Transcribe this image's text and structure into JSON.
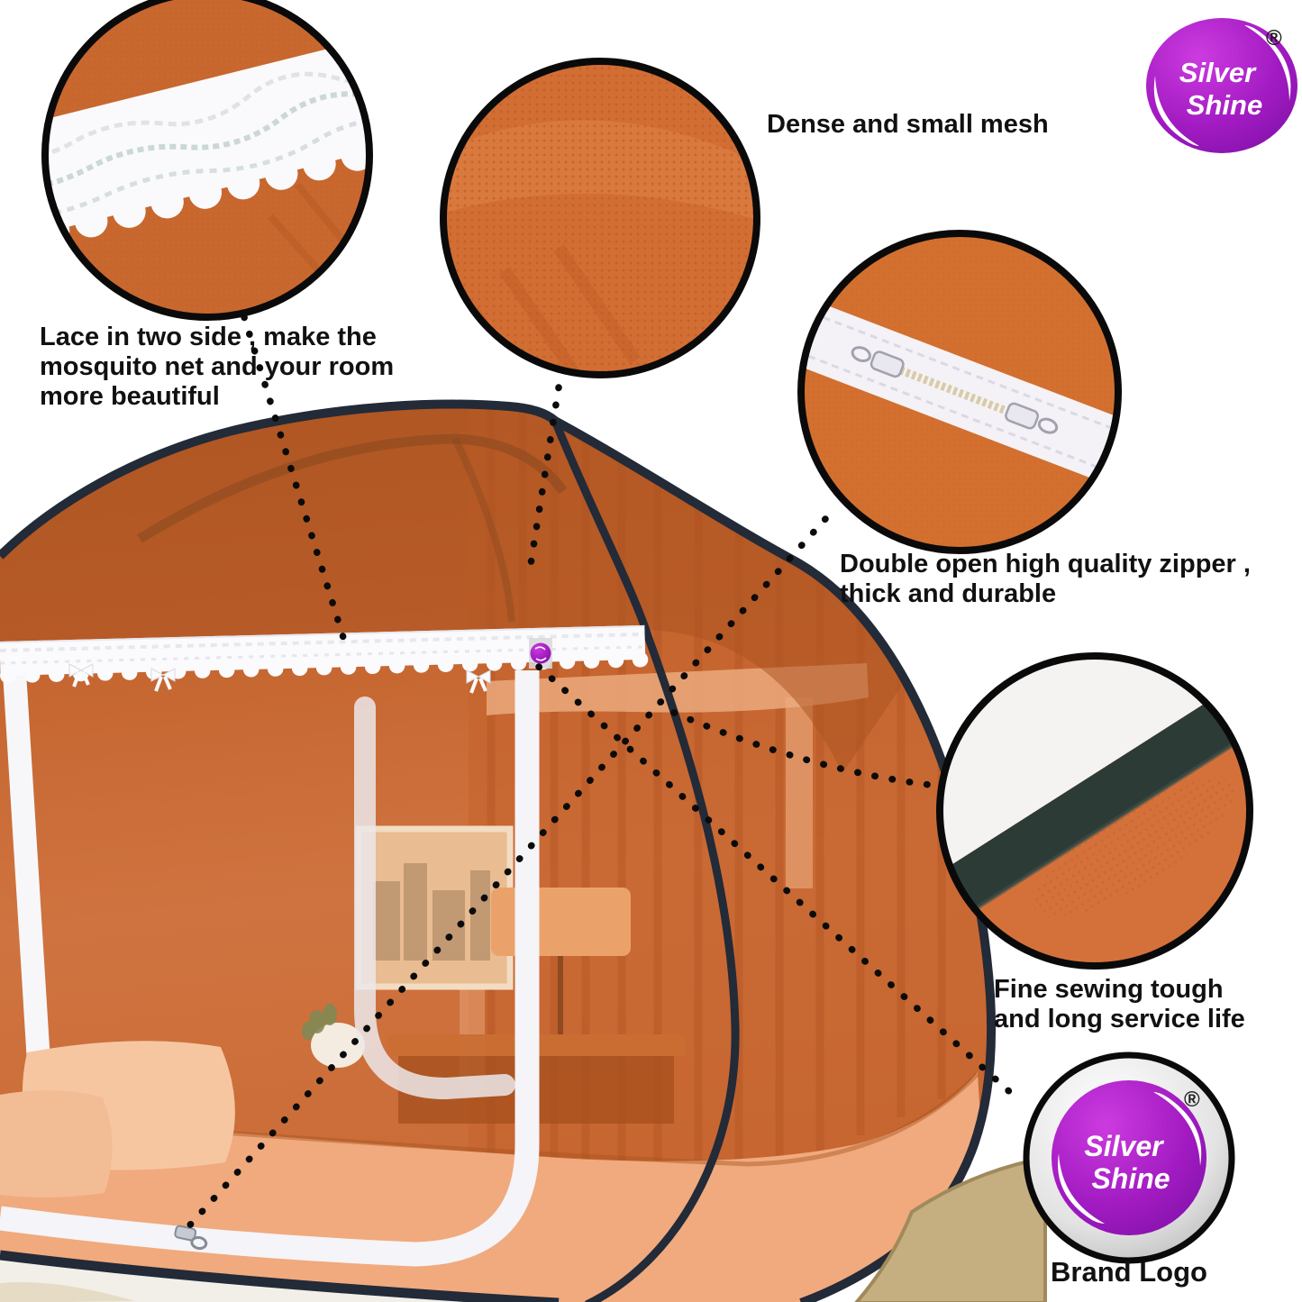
{
  "logo": {
    "word1": "Silver",
    "word2": "Shine",
    "registered": "®"
  },
  "callouts": {
    "lace": {
      "lines": [
        "Lace in two side , make the",
        "mosquito net and your room",
        "more beautiful"
      ]
    },
    "mesh": {
      "lines": [
        "Dense and small mesh"
      ]
    },
    "zipper": {
      "lines": [
        "Double open high quality zipper ,",
        "thick and durable"
      ]
    },
    "sewing": {
      "lines": [
        "Fine sewing tough",
        "and long service life"
      ]
    },
    "brand": {
      "label": "Brand Logo"
    }
  },
  "colors": {
    "background": "#ffffff",
    "text_black": "#111111",
    "tent_orange": "#CE7038",
    "roof_orange": "#A9521F",
    "mesh_orange": "#D26E34",
    "navy_trim": "#232A38",
    "lace_white": "#FBFBFD",
    "brand_purple": "#A21BC2",
    "seam_dark": "#2C3B35",
    "mattress_peach": "#F0AA7E",
    "pillow_peach": "#F6C6A1",
    "wood_tan": "#C5AE80",
    "dotted_black": "#0B0B0B"
  }
}
